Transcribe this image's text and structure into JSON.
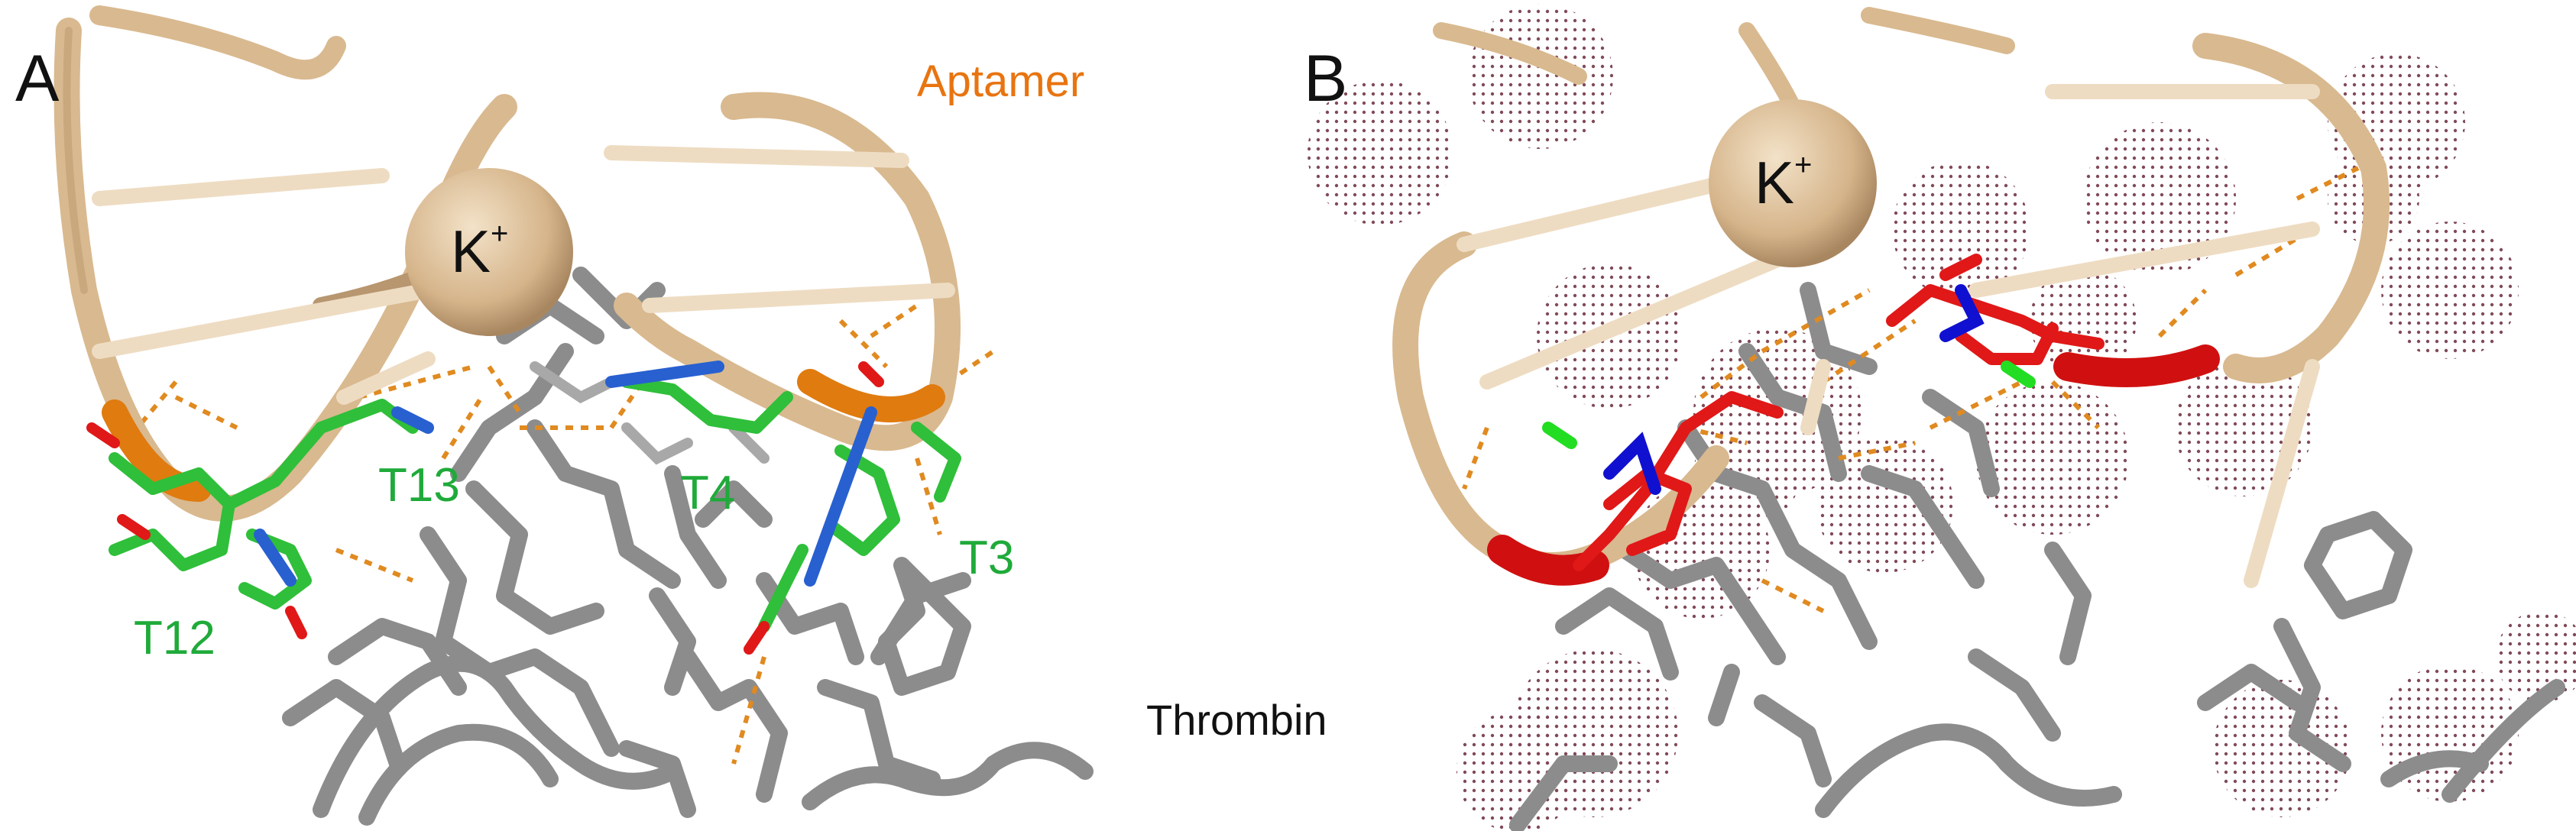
{
  "panels": [
    {
      "letter": "A",
      "ion": {
        "symbol": "K",
        "charge": "+"
      },
      "labels": {
        "molecule_top": "Aptamer",
        "residues": [
          "T13",
          "T4",
          "T3",
          "T12"
        ]
      }
    },
    {
      "letter": "B",
      "ion": {
        "symbol": "K",
        "charge": "+"
      },
      "labels": {
        "molecule_bottom": "Thrombin"
      }
    }
  ],
  "colors": {
    "backbone": "#d9b98f",
    "backbone_dark": "#b79670",
    "aptamer_highlight_a": "#e07b10",
    "aptamer_highlight_b": "#d01010",
    "carbon_green": "#2fbf3a",
    "nitrogen": "#1010d0",
    "oxygen": "#e01818",
    "chlorine": "#22dd22",
    "protein": "#8c8c8c",
    "hbond": "#e08a20",
    "aptamer_label": "#e87410",
    "residue_label": "#1faa3a",
    "dots": "#6a2a3a"
  }
}
